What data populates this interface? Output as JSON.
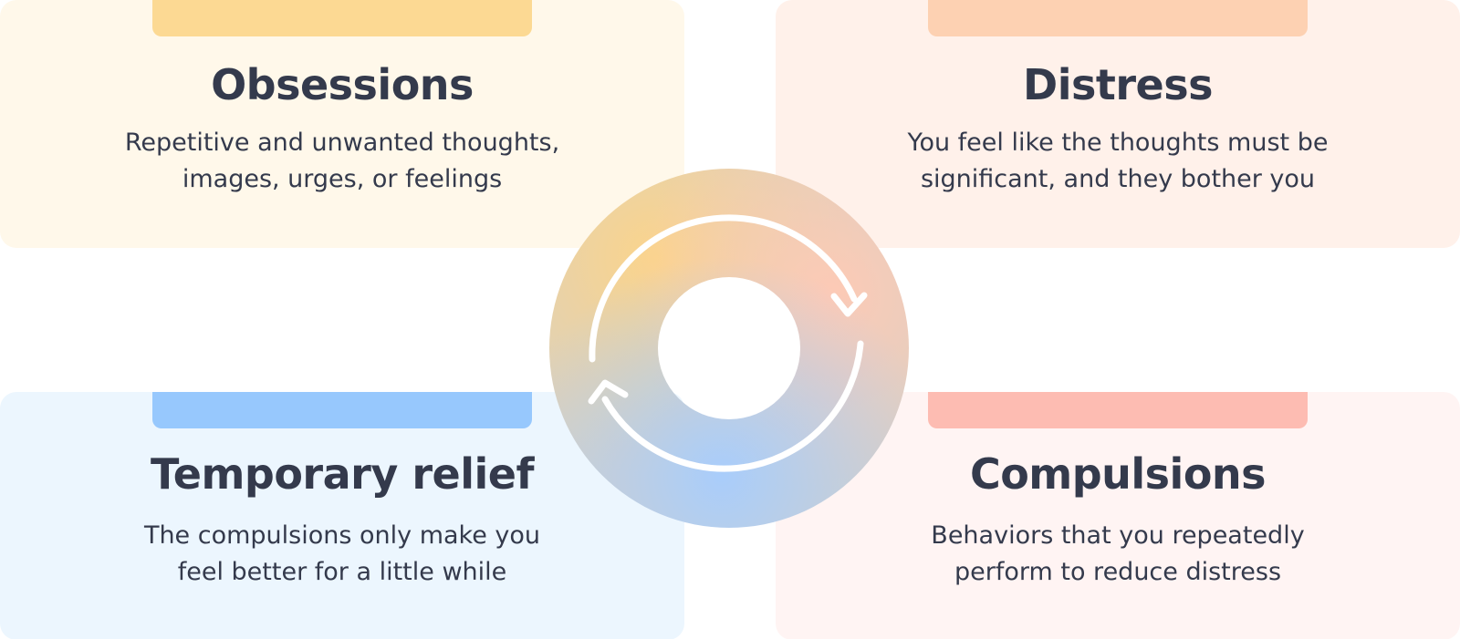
{
  "cards": {
    "obsessions": {
      "title": "Obsessions",
      "description": "Repetitive and unwanted thoughts,\nimages, urges, or feelings",
      "color": "#fcd993"
    },
    "distress": {
      "title": "Distress",
      "description": "You feel like the thoughts must be\nsignificant, and they bother you",
      "color": "#fdd1b2"
    },
    "temporary_relief": {
      "title": "Temporary relief",
      "description": "The compulsions only make you\nfeel better for a little while",
      "color": "#97c8fd"
    },
    "compulsions": {
      "title": "Compulsions",
      "description": "Behaviors that you repeatedly\nperform to reduce distress",
      "color": "#fdbcb2"
    }
  },
  "cycle": {
    "icon": "cycle-arrows-icon",
    "colors": [
      "#fbd48b",
      "#fdcab6",
      "#a9cdfb"
    ]
  }
}
